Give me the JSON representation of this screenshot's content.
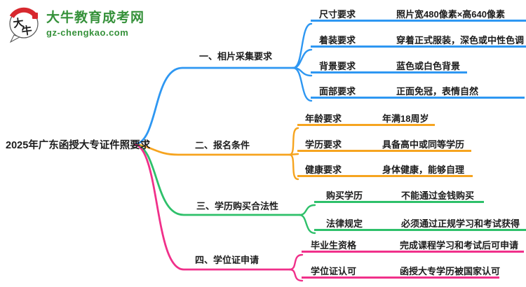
{
  "logo": {
    "mark_text": "大牛",
    "title": "大牛教育成考网",
    "subtitle": "gz-chengkao.com",
    "brand_color": "#35913a",
    "seal_color": "#d7282e"
  },
  "root": "2025年广东函授大专证件照要求",
  "branches": [
    {
      "label": "一、相片采集要求",
      "color": "#2e97f2",
      "children": [
        {
          "label": "尺寸要求",
          "value": "照片宽480像素×高640像素"
        },
        {
          "label": "着装要求",
          "value": "穿着正式服装，深色或中性色调"
        },
        {
          "label": "背景要求",
          "value": "蓝色或白色背景"
        },
        {
          "label": "面部要求",
          "value": "正面免冠，表情自然"
        }
      ]
    },
    {
      "label": "二、报名条件",
      "color": "#f6a41f",
      "children": [
        {
          "label": "年龄要求",
          "value": "年满18周岁"
        },
        {
          "label": "学历要求",
          "value": "具备高中或同等学历"
        },
        {
          "label": "健康要求",
          "value": "身体健康，能够自理"
        }
      ]
    },
    {
      "label": "三、学历购买合法性",
      "color": "#2ec06a",
      "children": [
        {
          "label": "购买学历",
          "value": "不能通过金钱购买"
        },
        {
          "label": "法律规定",
          "value": "必须通过正规学习和考试获得"
        }
      ]
    },
    {
      "label": "四、学位证申请",
      "color": "#f0308a",
      "children": [
        {
          "label": "毕业生资格",
          "value": "完成课程学习和考试后可申请"
        },
        {
          "label": "学位证认可",
          "value": "函授大专学历被国家认可"
        }
      ]
    }
  ]
}
